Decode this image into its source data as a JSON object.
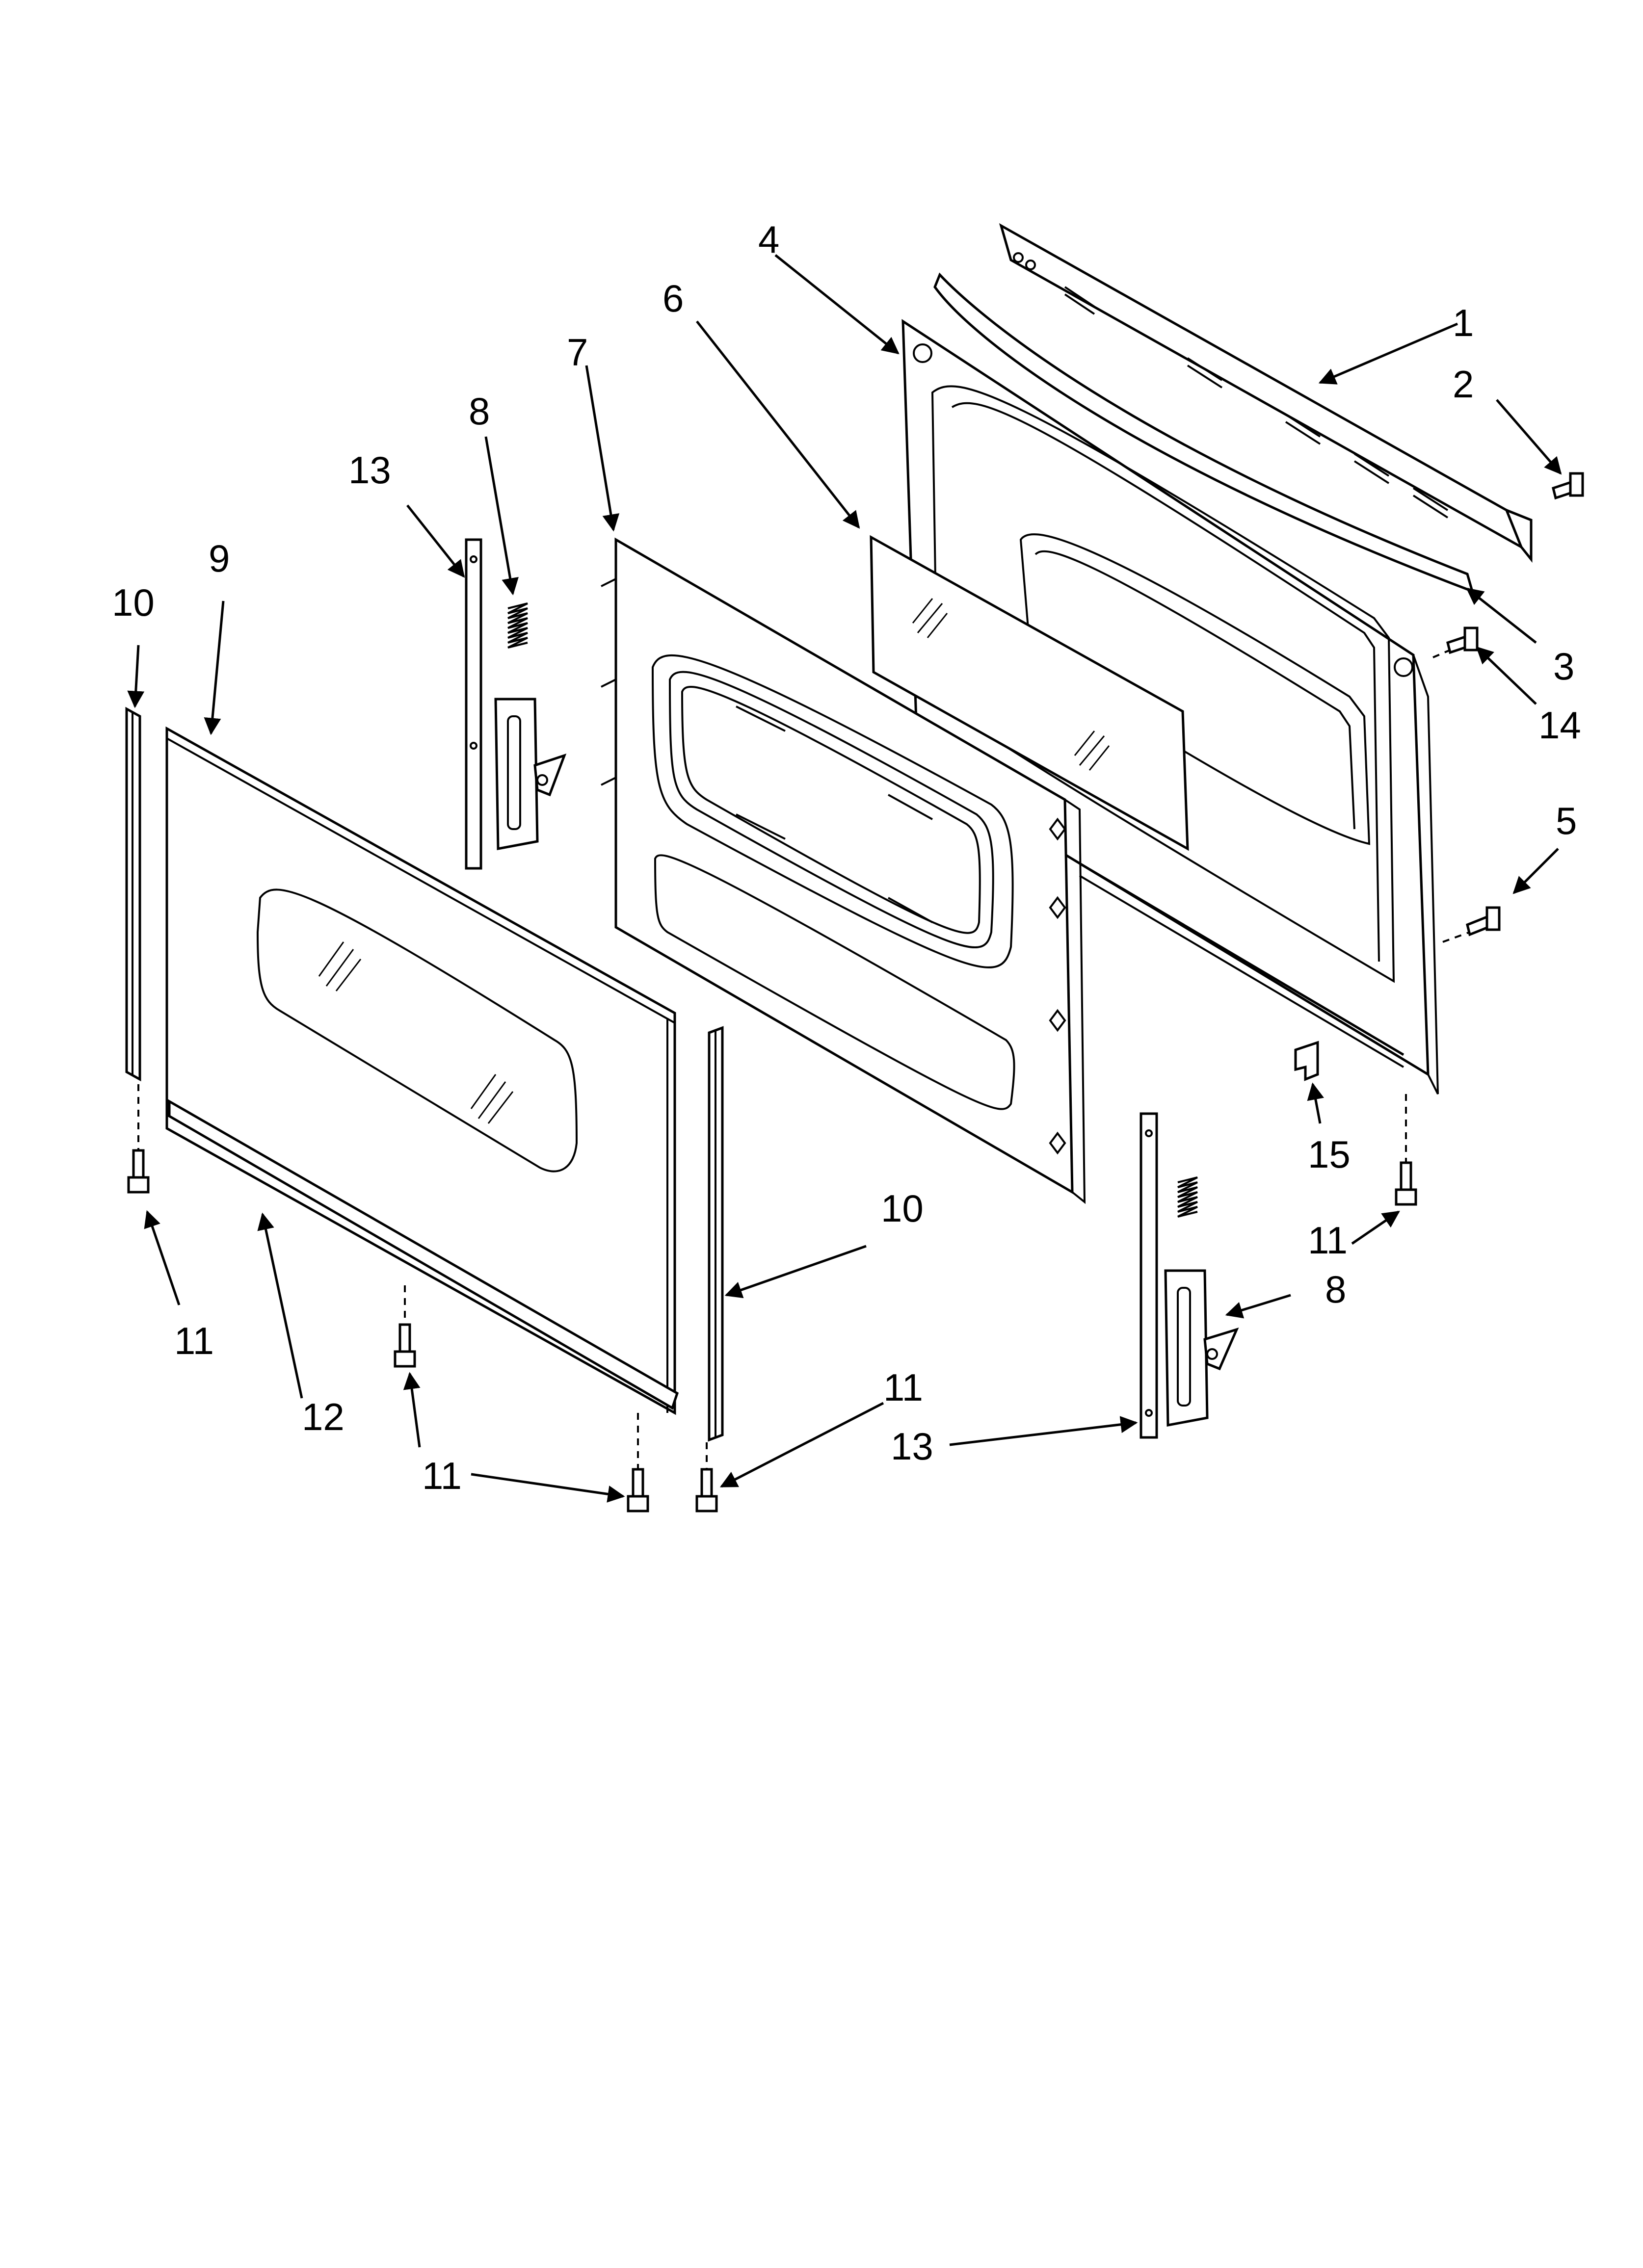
{
  "callouts": {
    "c1": "1",
    "c2": "2",
    "c3": "3",
    "c4": "4",
    "c5": "5",
    "c6": "6",
    "c7": "7",
    "c8a": "8",
    "c8b": "8",
    "c9": "9",
    "c10a": "10",
    "c10b": "10",
    "c11a": "11",
    "c11b": "11",
    "c11c": "11",
    "c11d": "11",
    "c12": "12",
    "c13a": "13",
    "c13b": "13",
    "c14": "14",
    "c15": "15"
  },
  "colors": {
    "ink": "#000000",
    "paper": "#ffffff"
  }
}
